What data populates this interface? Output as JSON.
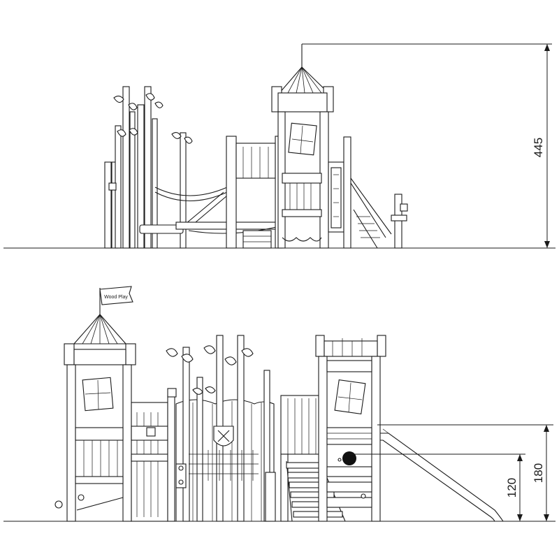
{
  "dimensions": {
    "top_view_height": "445",
    "platform_height_high": "180",
    "platform_height_low": "120"
  },
  "flag": {
    "emblem_text": "Wood Play"
  },
  "colors": {
    "line": "#1a1a1a",
    "background": "#ffffff",
    "ball": "#111111"
  }
}
